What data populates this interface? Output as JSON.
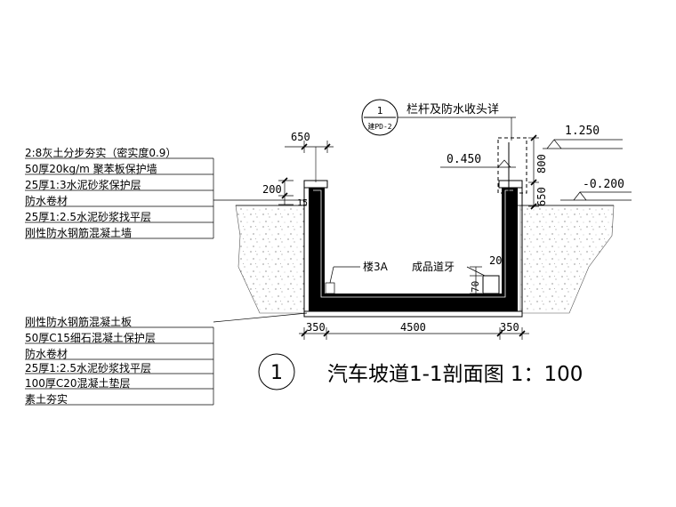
{
  "title": "汽车坡道1-1剖面图 1：100",
  "section_mark": "1",
  "detail_ref": {
    "number": "1",
    "sheet": "建PD-2",
    "label": "栏杆及防水收头详"
  },
  "elevations": [
    "1.250",
    "0.450",
    "-0.200"
  ],
  "dims": {
    "top_width": "650",
    "wall_cap": "200",
    "cap_small": "15",
    "right_650": "650",
    "right_800": "800",
    "curb_20": "20",
    "curb_70": "70",
    "left_350": "350",
    "mid_4500": "4500",
    "right_350": "350"
  },
  "labels": {
    "stair": "楼3A",
    "curb": "成品道牙"
  },
  "wall_layers": [
    "2:8灰土分步夯实（密实度0.9）",
    "50厚20kg/m 聚苯板保护墙",
    "25厚1:3水泥砂浆保护层",
    "防水卷材",
    "25厚1:2.5水泥砂浆找平层",
    "刚性防水钢筋混凝土墙"
  ],
  "floor_layers": [
    "刚性防水钢筋混凝土板",
    "50厚C15细石混凝土保护层",
    "防水卷材",
    "25厚1:2.5水泥砂浆找平层",
    "100厚C20混凝土垫层",
    "素土夯实"
  ]
}
